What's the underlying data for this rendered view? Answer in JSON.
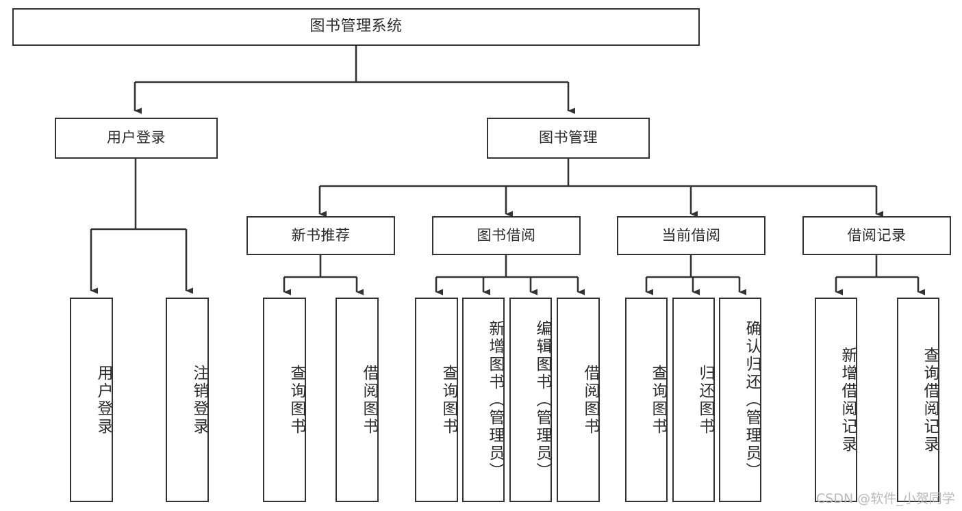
{
  "diagram": {
    "title": "图书管理系统",
    "type": "tree",
    "colors": {
      "background": "#ffffff",
      "border": "#333333",
      "text": "#2b2b2b",
      "edge": "#333333",
      "watermark": "#b9b9b9"
    },
    "root": {
      "label": "图书管理系统"
    },
    "level1": [
      {
        "label": "用户登录"
      },
      {
        "label": "图书管理"
      }
    ],
    "level2": [
      {
        "label": "新书推荐"
      },
      {
        "label": "图书借阅"
      },
      {
        "label": "当前借阅"
      },
      {
        "label": "借阅记录"
      }
    ],
    "leaves": {
      "user_login": [
        {
          "label": "用户登录"
        },
        {
          "label": "注销登录"
        }
      ],
      "new_book_recommend": [
        {
          "label": "查询图书"
        },
        {
          "label": "借阅图书"
        }
      ],
      "book_borrow": [
        {
          "label": "查询图书"
        },
        {
          "label": "新增图书（管理员）"
        },
        {
          "label": "编辑图书（管理员）"
        },
        {
          "label": "借阅图书"
        }
      ],
      "current_borrow": [
        {
          "label": "查询图书"
        },
        {
          "label": "归还图书"
        },
        {
          "label": "确认归还（管理员）"
        }
      ],
      "borrow_record": [
        {
          "label": "新增借阅记录"
        },
        {
          "label": "查询借阅记录"
        }
      ]
    }
  },
  "watermark": {
    "text": "CSDN @软件_小贺同学"
  }
}
